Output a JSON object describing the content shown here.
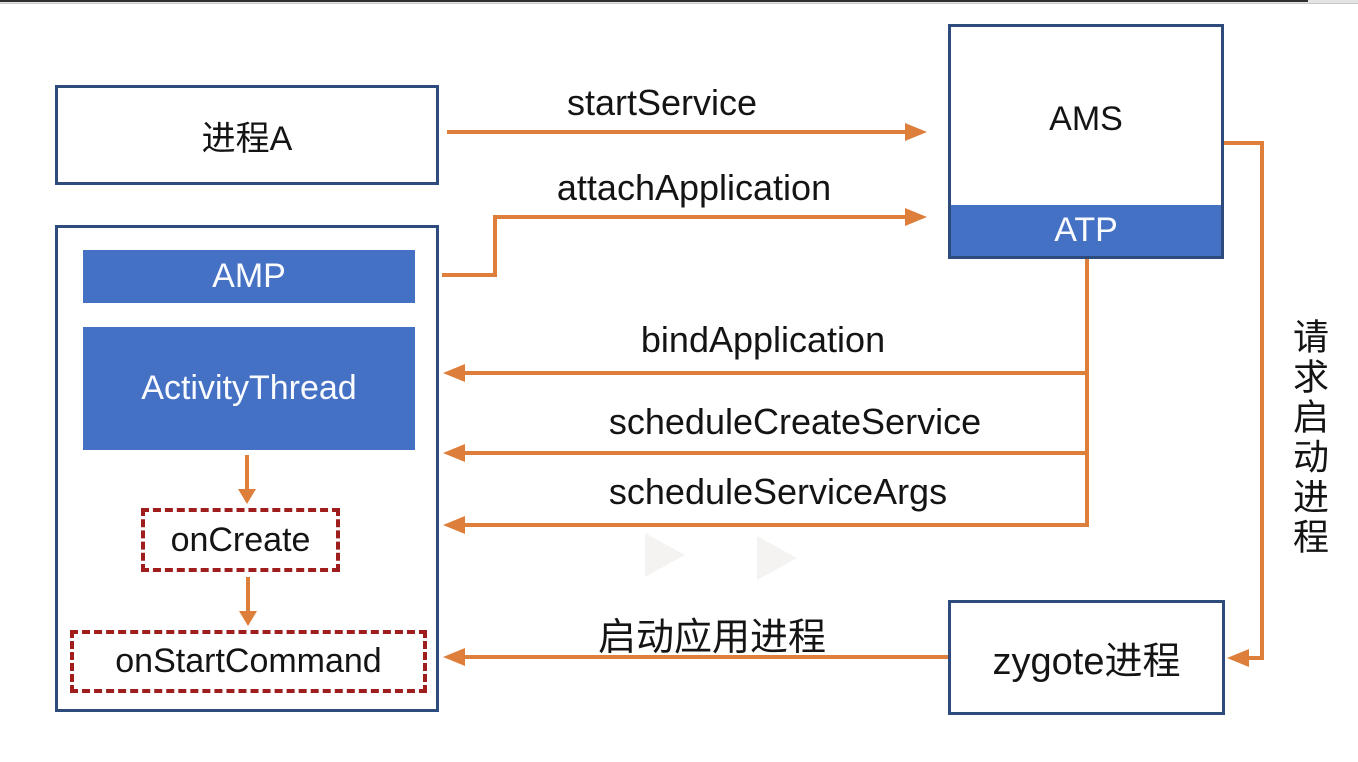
{
  "nodes": {
    "process_a": {
      "label": "进程A"
    },
    "amp": {
      "label": "AMP"
    },
    "activity_thread": {
      "label": "ActivityThread"
    },
    "on_create": {
      "label": "onCreate"
    },
    "on_start_command": {
      "label": "onStartCommand"
    },
    "ams": {
      "label": "AMS"
    },
    "atp": {
      "label": "ATP"
    },
    "zygote": {
      "label": "zygote进程"
    }
  },
  "edges": {
    "start_service": {
      "label": "startService"
    },
    "attach_application": {
      "label": "attachApplication"
    },
    "bind_application": {
      "label": "bindApplication"
    },
    "schedule_create_service": {
      "label": "scheduleCreateService"
    },
    "schedule_service_args": {
      "label": "scheduleServiceArgs"
    },
    "start_app_process": {
      "label": "启动应用进程"
    },
    "request_start_process": {
      "label": "请求启动进程"
    }
  },
  "colors": {
    "border_navy": "#2e4b7d",
    "node_blue": "#4571c4",
    "arrow_orange": "#dd7e3b",
    "dashed_red": "#a01d1d",
    "text": "#141414"
  }
}
